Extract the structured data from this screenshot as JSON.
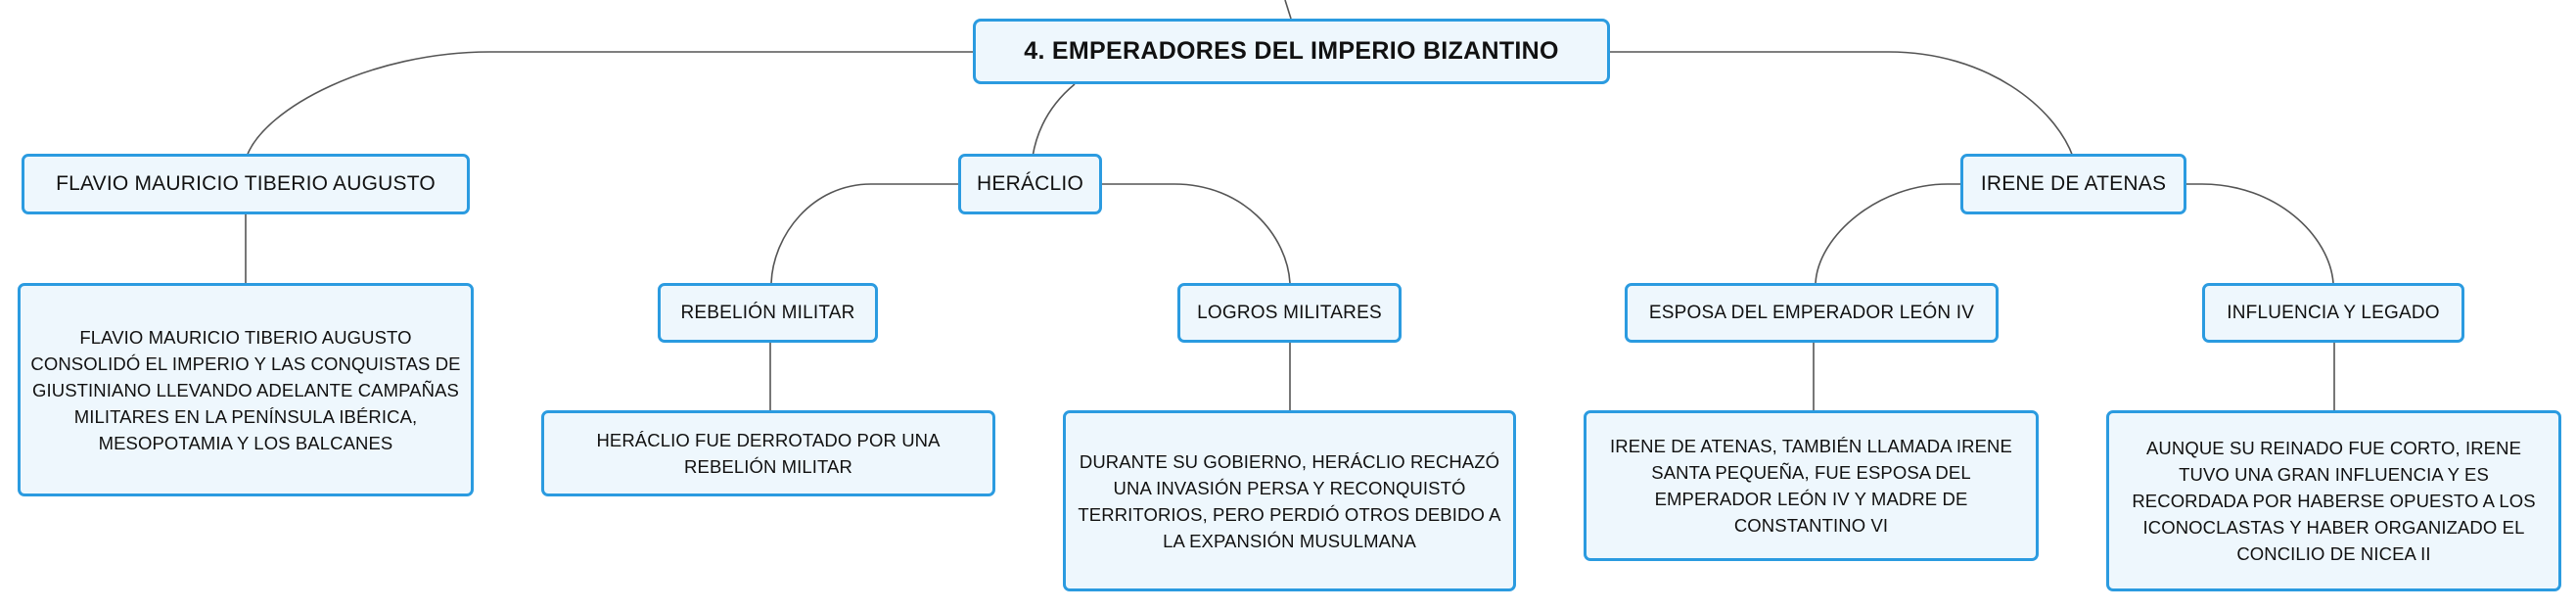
{
  "root": {
    "title": "4. EMPERADORES DEL IMPERIO BIZANTINO"
  },
  "branches": [
    {
      "title": "FLAVIO MAURICIO TIBERIO AUGUSTO",
      "detail": "FLAVIO MAURICIO TIBERIO AUGUSTO CONSOLIDÓ EL IMPERIO Y LAS CONQUISTAS DE GIUSTINIANO LLEVANDO ADELANTE CAMPAÑAS MILITARES EN LA PENÍNSULA IBÉRICA, MESOPOTAMIA Y LOS BALCANES"
    },
    {
      "title": "HERÁCLIO",
      "children": [
        {
          "title": "REBELIÓN MILITAR",
          "detail": "HERÁCLIO FUE DERROTADO POR UNA REBELIÓN MILITAR"
        },
        {
          "title": "LOGROS MILITARES",
          "detail": "DURANTE SU GOBIERNO, HERÁCLIO RECHAZÓ UNA INVASIÓN PERSA Y RECONQUISTÓ TERRITORIOS, PERO PERDIÓ OTROS DEBIDO A LA EXPANSIÓN MUSULMANA"
        }
      ]
    },
    {
      "title": "IRENE DE ATENAS",
      "children": [
        {
          "title": "ESPOSA DEL EMPERADOR LEÓN IV",
          "detail": "IRENE DE ATENAS, TAMBIÉN LLAMADA IRENE SANTA PEQUEÑA, FUE ESPOSA DEL EMPERADOR LEÓN IV Y MADRE DE CONSTANTINO VI"
        },
        {
          "title": "INFLUENCIA Y LEGADO",
          "detail": "AUNQUE SU REINADO FUE CORTO, IRENE TUVO UNA GRAN INFLUENCIA Y ES RECORDADA POR HABERSE OPUESTO A LOS ICONOCLASTAS Y HABER ORGANIZADO EL CONCILIO DE NICEA II"
        }
      ]
    }
  ]
}
